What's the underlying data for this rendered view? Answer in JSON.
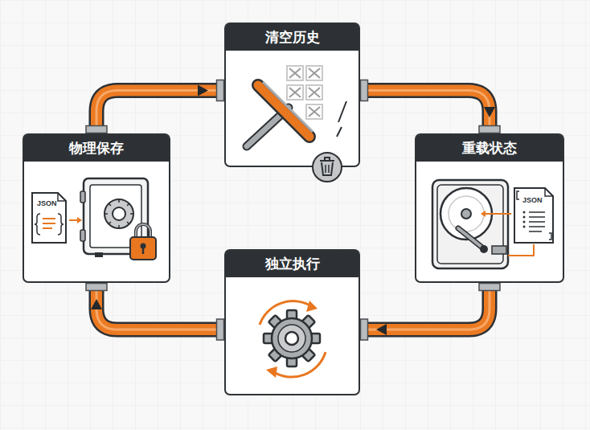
{
  "diagram": {
    "nodes": [
      {
        "text": [
          "清空历史"
        ]
      },
      {
        "text": [
          "重载状态"
        ]
      },
      {
        "text": [
          "独立执行"
        ]
      },
      {
        "text": [
          "物理保存"
        ]
      }
    ],
    "edges": [
      {
        "from": 0,
        "to": 1,
        "arrow": "to"
      },
      {
        "from": 1,
        "to": 2,
        "arrow": "to"
      },
      {
        "from": 2,
        "to": 3,
        "arrow": "to"
      },
      {
        "from": 3,
        "to": 0,
        "arrow": "to"
      }
    ],
    "labels": [
      "JSON",
      "JSON"
    ]
  }
}
